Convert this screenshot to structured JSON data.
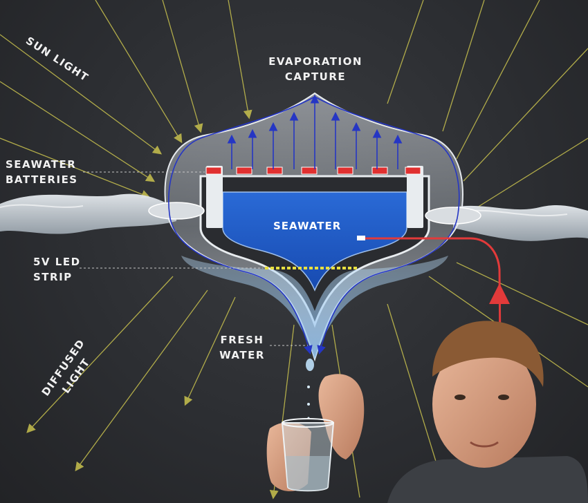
{
  "labels": {
    "sun_light": "SUN LIGHT",
    "evaporation_line1": "EVAPORATION",
    "evaporation_line2": "CAPTURE",
    "seawater_batteries_line1": "SEAWATER",
    "seawater_batteries_line2": "BATTERIES",
    "seawater": "SEAWATER",
    "led_line1": "5V LED",
    "led_line2": "STRIP",
    "fresh_water_line1": "FRESH",
    "fresh_water_line2": "WATER",
    "diffused_line1": "DIFFUSED",
    "diffused_line2": "LIGHT"
  },
  "colors": {
    "background": "#2b2d31",
    "label_text": "#f2f2f2",
    "sun_rays": "#d4cc5a",
    "evaporation_arrows": "#2a38c8",
    "seawater": "#1f5bc4",
    "fresh_water": "#8ec3f0",
    "tube": "#e23a3a",
    "battery_caps": "#e03030",
    "led": "#e8e040"
  },
  "icons": [
    "sunlight-rays",
    "evaporation-arrows",
    "seawater-batteries",
    "led-strip",
    "water-drop",
    "red-tube",
    "drinking-glass",
    "person"
  ]
}
